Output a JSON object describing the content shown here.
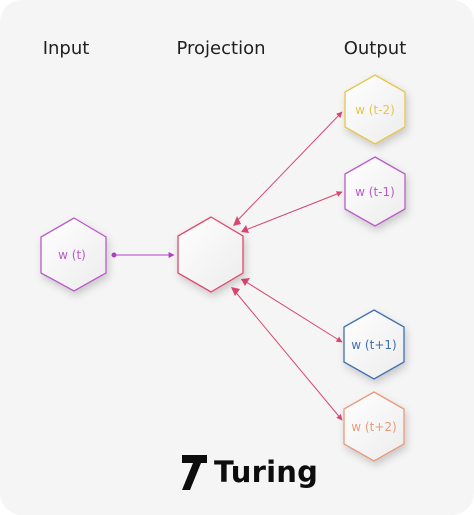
{
  "labels": {
    "input": "Input",
    "projection": "Projection",
    "output": "Output"
  },
  "nodes": {
    "input": {
      "text": "w (t)",
      "color": "#b95ac9"
    },
    "projection": {
      "text": "",
      "color": "#e0466a"
    },
    "outputs": [
      {
        "text": "w (t-2)",
        "color": "#e6c54a"
      },
      {
        "text": "w (t-1)",
        "color": "#b95ac9"
      },
      {
        "text": "w (t+1)",
        "color": "#3f6fb0"
      },
      {
        "text": "w (t+2)",
        "color": "#e79a7a"
      }
    ]
  },
  "edges": {
    "input_color": "#b13fc4",
    "output_color": "#d9466e"
  },
  "logo": {
    "text": "Turing",
    "icon": "turing-logo-icon"
  }
}
